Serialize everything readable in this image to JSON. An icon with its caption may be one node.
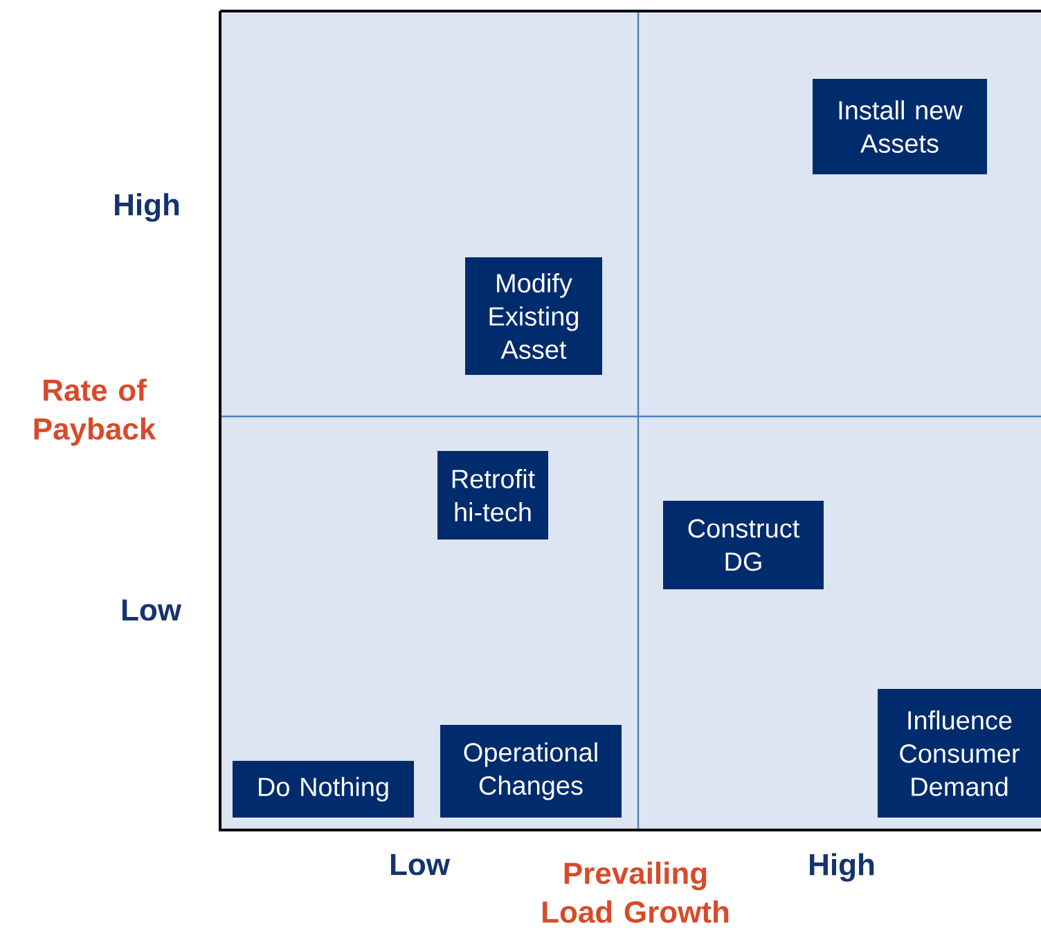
{
  "diagram": {
    "nodes": [
      {
        "text": [
          "Install new Assets"
        ]
      },
      {
        "text": [
          "Modify Existing Asset"
        ]
      },
      {
        "text": [
          "Retrofit hi-tech"
        ]
      },
      {
        "text": [
          "Construct DG"
        ]
      },
      {
        "text": [
          "Influence Consumer Demand"
        ]
      },
      {
        "text": [
          "Operational Changes"
        ]
      },
      {
        "text": [
          "Do Nothing"
        ]
      }
    ],
    "labels": [
      "High",
      "Rate of Payback",
      "Low",
      "Low",
      "Prevailing Load Growth",
      "High"
    ]
  }
}
